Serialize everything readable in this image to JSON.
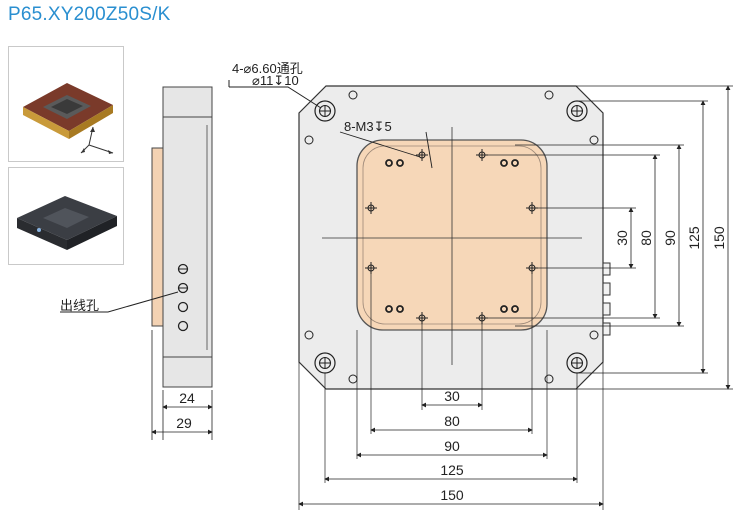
{
  "title": "P65.XY200Z50S/K",
  "photos": {
    "top": {
      "alt": "gold stage photo"
    },
    "bottom": {
      "alt": "black stage photo"
    }
  },
  "side_view": {
    "cable_hole_label": "出线孔",
    "dims": {
      "a": "24",
      "b": "29"
    }
  },
  "top_view": {
    "hole_note_line1": "4-⌀6.60通孔",
    "hole_note_line2": "⌀11↧10",
    "thread_note": "8-M3↧5",
    "bottom_dims": [
      "30",
      "80",
      "90",
      "125",
      "150"
    ],
    "right_dims": [
      "30",
      "80",
      "90",
      "125",
      "150"
    ]
  },
  "colors": {
    "title": "#2a8fd0",
    "stage": "#f6d7b8",
    "body": "#e9e9e9"
  }
}
